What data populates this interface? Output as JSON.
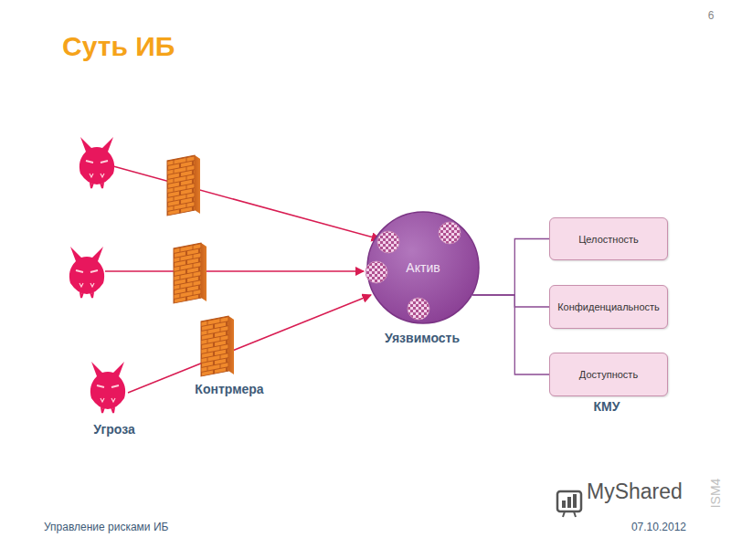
{
  "diagram": {
    "title": "Суть ИБ",
    "nodes": [
      {
        "text": [
          "Актив"
        ]
      },
      {
        "text": [
          "Целостность"
        ]
      },
      {
        "text": [
          "Конфиденциальность"
        ]
      },
      {
        "text": [
          "Доступность"
        ]
      }
    ],
    "edges": [
      {
        "from": 0,
        "to": 1,
        "arrow": "none"
      },
      {
        "from": 0,
        "to": 2,
        "arrow": "none"
      },
      {
        "from": 0,
        "to": 3,
        "arrow": "none"
      }
    ],
    "labels": [
      "6",
      "Уязвимость",
      "Контрмера",
      "Угроза",
      "КМУ",
      "Управление рисками ИБ",
      "07.10.2012",
      "ISM4",
      "MyShared"
    ]
  }
}
